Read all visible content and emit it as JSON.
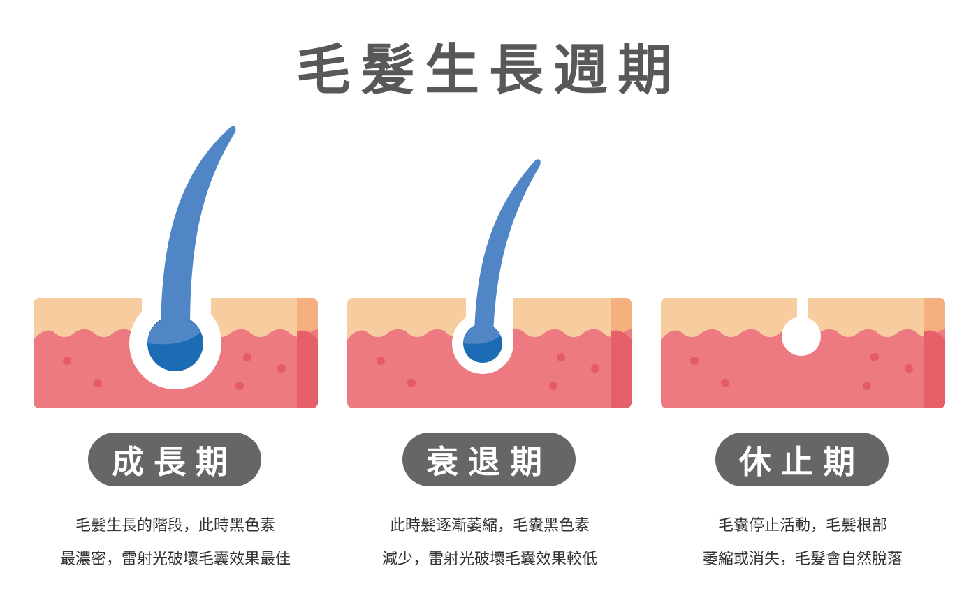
{
  "title": "毛髮生長週期",
  "colors": {
    "epidermis": "#f7cda0",
    "epidermis_edge": "#f4b07e",
    "dermis": "#ec7a80",
    "dermis_edge": "#e6606a",
    "dot": "#e45a66",
    "hair": "#5085c6",
    "bulb": "#1b6bb5",
    "pill": "#666666",
    "title": "#585858"
  },
  "stages": [
    {
      "label": "成長期",
      "lines": [
        "毛髮生長的階段，此時黑色素",
        "最濃密，雷射光破壞毛囊效果最佳"
      ]
    },
    {
      "label": "衰退期",
      "lines": [
        "此時髮逐漸萎縮，毛囊黑色素",
        "減少，雷射光破壞毛囊效果較低"
      ]
    },
    {
      "label": "休止期",
      "lines": [
        "毛囊停止活動，毛髮根部",
        "萎縮或消失，毛髮會自然脫落"
      ]
    }
  ]
}
